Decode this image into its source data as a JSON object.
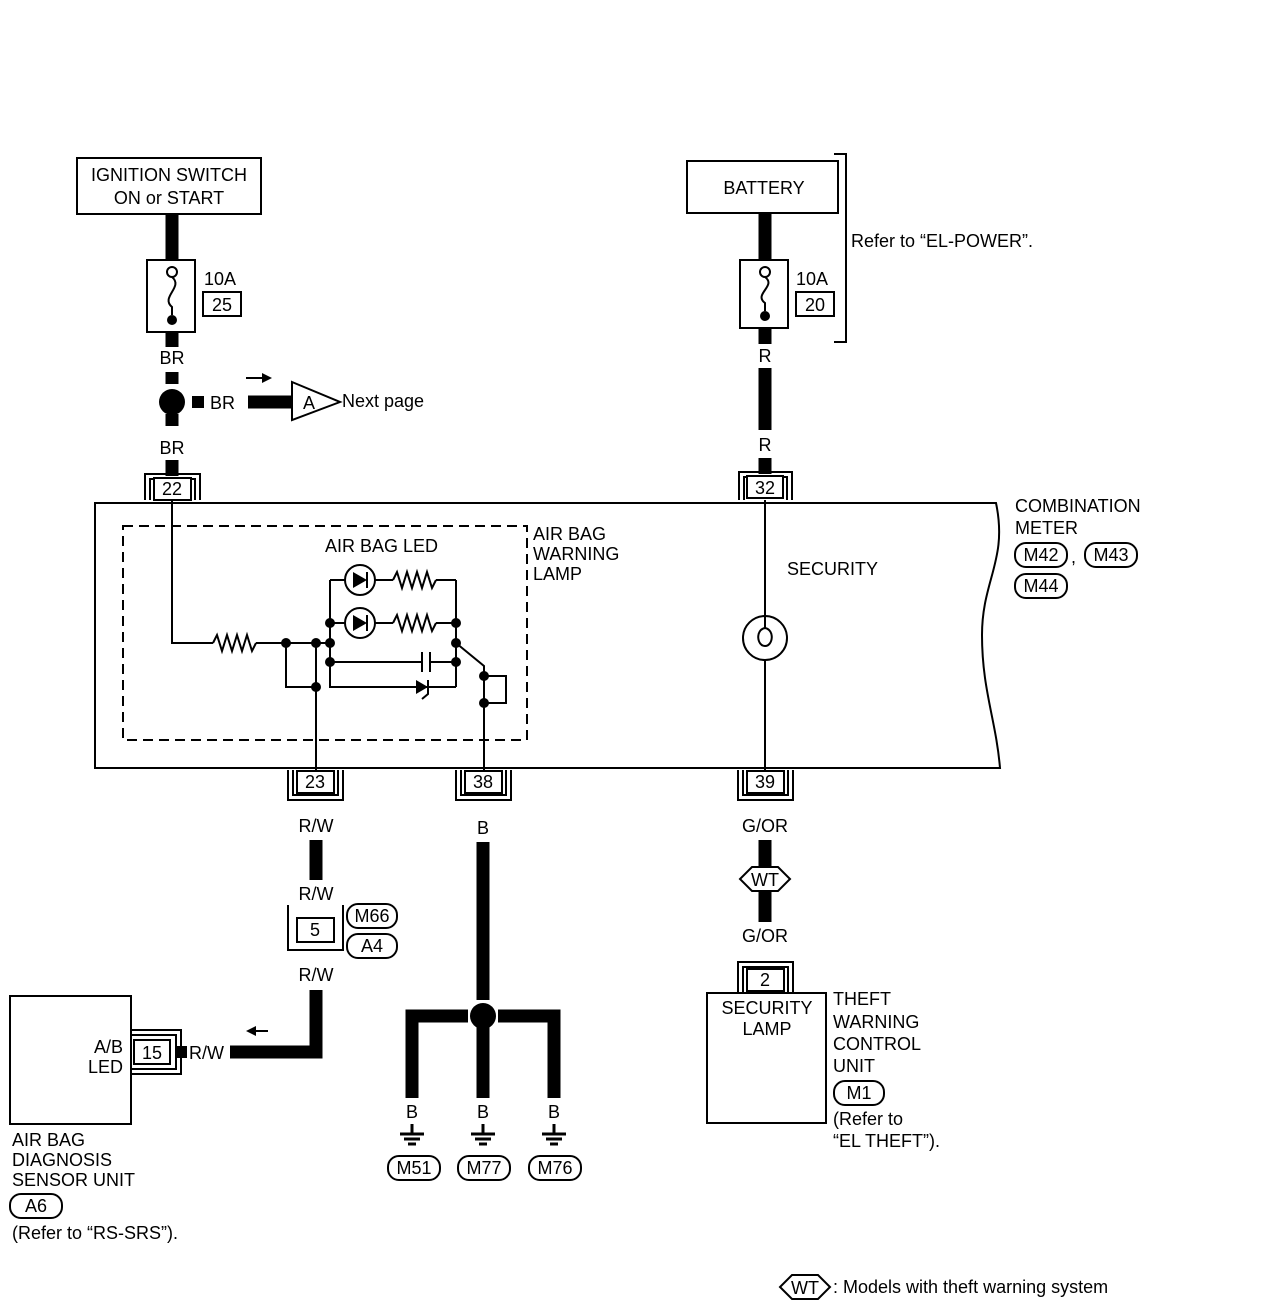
{
  "page_id": "EL-WARN-01",
  "components": {
    "ignition_switch": {
      "line1": "IGNITION SWITCH",
      "line2": "ON or START"
    },
    "battery": {
      "label": "BATTERY"
    },
    "refer_power": "Refer to “EL-POWER”.",
    "fuse_left": {
      "rating": "10A",
      "number": "25"
    },
    "fuse_right": {
      "rating": "10A",
      "number": "20"
    },
    "next_page": {
      "connector": "A",
      "label": "Next page"
    },
    "combination_meter": {
      "line1": "COMBINATION",
      "line2": "METER",
      "connectors": [
        "M42",
        "M43",
        "M44"
      ],
      "comma": ","
    },
    "airbag_lamp": {
      "line1": "AIR BAG",
      "line2": "WARNING",
      "line3": "LAMP",
      "led_label": "AIR BAG LED"
    },
    "security_label": "SECURITY",
    "terminals": {
      "t22": "22",
      "t32": "32",
      "t23": "23",
      "t38": "38",
      "t39": "39",
      "t5": "5",
      "t15": "15",
      "t2": "2"
    },
    "connector_m66": "M66",
    "connector_a4": "A4",
    "airbag_sensor": {
      "led1": "A/B",
      "led2": "LED",
      "line1": "AIR BAG",
      "line2": "DIAGNOSIS",
      "line3": "SENSOR UNIT",
      "connector": "A6",
      "refer": "(Refer to “RS-SRS”)."
    },
    "theft_unit": {
      "lamp1": "SECURITY",
      "lamp2": "LAMP",
      "line1": "THEFT",
      "line2": "WARNING",
      "line3": "CONTROL",
      "line4": "UNIT",
      "connector": "M1",
      "refer1": "(Refer to",
      "refer2": "“EL THEFT”)."
    },
    "grounds": [
      "M51",
      "M77",
      "M76"
    ],
    "wire_colors": {
      "br": "BR",
      "r": "R",
      "rw": "R/W",
      "b": "B",
      "gor": "G/OR"
    },
    "wt_symbol": "WT",
    "legend_text": ": Models with theft warning system"
  }
}
